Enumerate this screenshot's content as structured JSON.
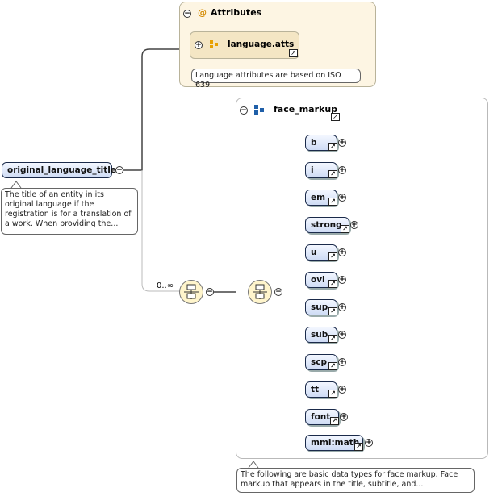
{
  "root": {
    "label": "original_language_title",
    "annotation": "The title of an entity in its original language if the registration is for a translation of a work. When providing the..."
  },
  "attributes_group": {
    "title": "Attributes",
    "attr_ref": "language.atts",
    "annotation": "Language attributes are based on ISO 639"
  },
  "occurrence": "0..∞",
  "face_markup": {
    "title": "face_markup",
    "annotation": "The following are basic data types for face markup. Face markup that appears in the title, subtitle, and...",
    "children": [
      "b",
      "i",
      "em",
      "strong",
      "u",
      "ovl",
      "sup",
      "sub",
      "scp",
      "tt",
      "font",
      "mml:math"
    ]
  },
  "colors": {
    "element_fill": "#cfdcf5",
    "attributes_box": "#fdf5e3",
    "sequence_fill": "#fff5cc",
    "wire": "#444444"
  },
  "icons": {
    "collapse": "minus-circle-icon",
    "expand": "plus-circle-icon",
    "reference": "reference-arrow-icon",
    "sequence": "sequence-compositor-icon",
    "attribute_group": "attribute-group-icon"
  }
}
